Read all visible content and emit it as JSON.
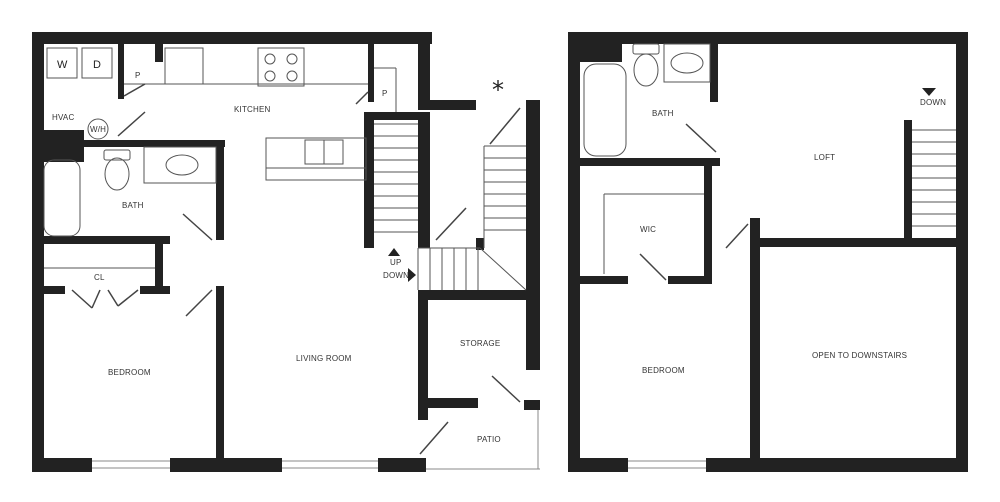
{
  "labels": {
    "washer": "W",
    "dryer": "D",
    "pantry_left": "P",
    "pantry_right": "P",
    "kitchen": "KITCHEN",
    "hvac": "HVAC",
    "water_heater": "W/H",
    "bath_lower": "BATH",
    "closet": "CL",
    "bedroom_lower": "BEDROOM",
    "living_room": "LIVING ROOM",
    "stair_up": "UP",
    "stair_down": "DOWN",
    "storage": "STORAGE",
    "patio": "PATIO",
    "marker": "*",
    "bath_upper": "BATH",
    "loft": "LOFT",
    "loft_down": "DOWN",
    "wic": "WIC",
    "bedroom_upper": "BEDROOM",
    "open_to_downstairs": "OPEN TO DOWNSTAIRS"
  },
  "colors": {
    "wall": "#222222",
    "fixture_stroke": "#555555",
    "background": "#ffffff"
  }
}
